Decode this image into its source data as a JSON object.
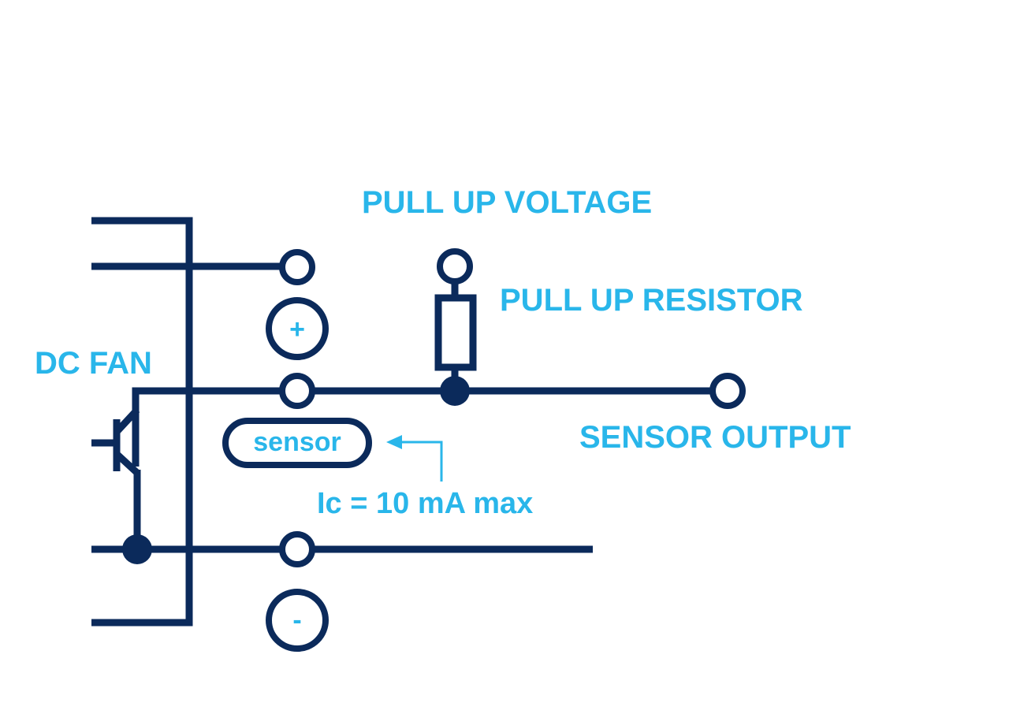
{
  "labels": {
    "pull_up_voltage": "PULL UP VOLTAGE",
    "pull_up_resistor": "PULL UP RESISTOR",
    "dc_fan": "DC FAN",
    "sensor": "sensor",
    "sensor_output": "SENSOR OUTPUT",
    "current_note": "Ic = 10 mA max",
    "plus_sign": "+",
    "minus_sign": "-"
  },
  "colors": {
    "wire": "#0b2a5b",
    "label": "#29b6ea",
    "background": "#ffffff"
  }
}
